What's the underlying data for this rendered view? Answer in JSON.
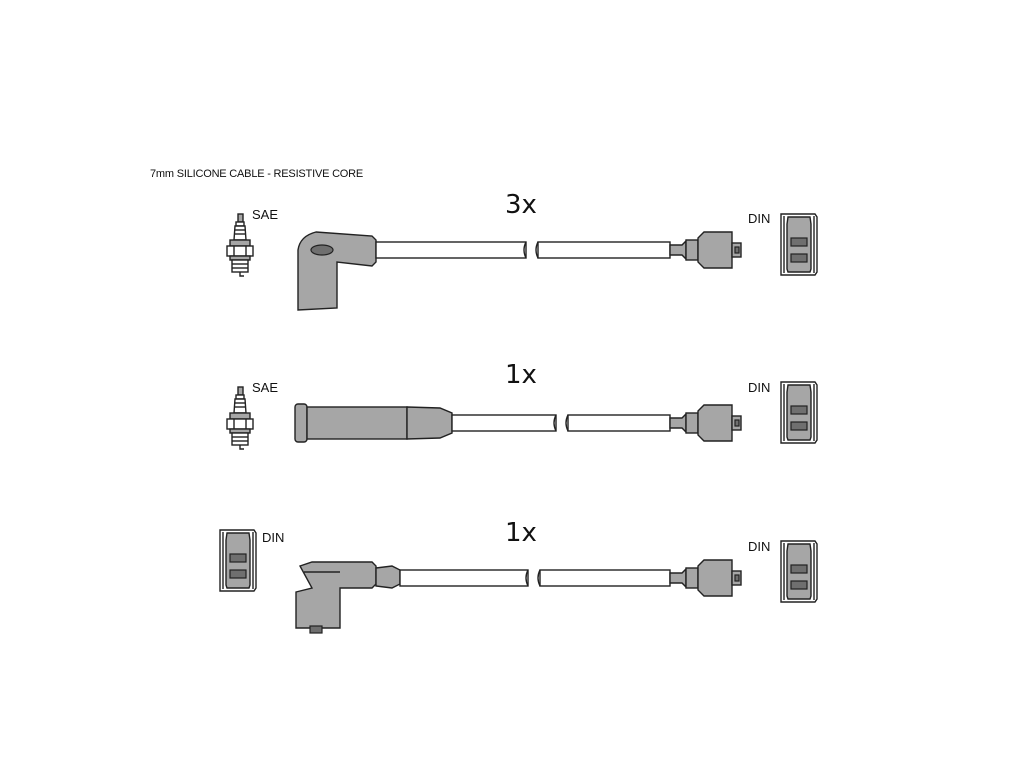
{
  "caption": "7mm SILICONE CABLE - RESISTIVE CORE",
  "rows": [
    {
      "quantity": "3x",
      "left_label": "SAE",
      "right_label": "DIN"
    },
    {
      "quantity": "1x",
      "left_label": "SAE",
      "right_label": "DIN"
    },
    {
      "quantity": "1x",
      "left_label": "DIN",
      "right_label": "DIN"
    }
  ],
  "colors": {
    "rubber": "#a6a6a6",
    "outline": "#222222",
    "cable": "#ffffff"
  }
}
